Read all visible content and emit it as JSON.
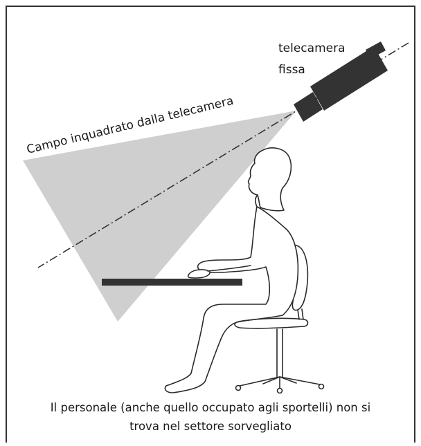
{
  "diagram": {
    "camera_label_line1": "telecamera",
    "camera_label_line2": "fissa",
    "field_label": "Campo inquadrato dalla telecamera",
    "caption_line1": "Il personale (anche quello occupato agli sportelli) non si",
    "caption_line2": "trova nel settore sorvegliato"
  },
  "colors": {
    "field_of_view": "#cfcfcf",
    "camera": "#333333",
    "desk": "#333333",
    "outline": "#2a2a2a",
    "frame": "#333333"
  },
  "icons": {
    "camera": "camera-icon",
    "person": "seated-person-icon",
    "chair": "office-chair-icon"
  }
}
